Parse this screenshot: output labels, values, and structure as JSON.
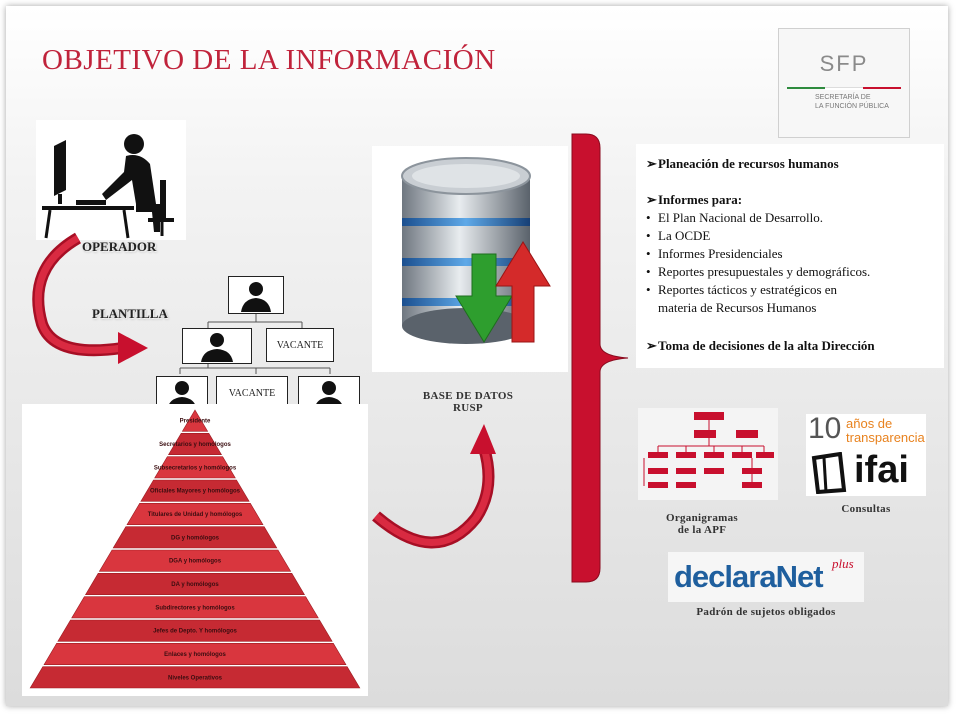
{
  "title": "OBJETIVO DE LA INFORMACIÓN",
  "logo": {
    "abbr": "SFP",
    "line1": "SECRETARÍA DE",
    "line2": "LA FUNCIÓN PÚBLICA"
  },
  "operator_label": "OPERADOR",
  "plantilla_label": "PLANTILLA",
  "vacant_label": "VACANTE",
  "db_caption": {
    "line1": "BASE DE DATOS",
    "line2": "RUSP"
  },
  "info": {
    "item1": "Planeación de recursos humanos",
    "item2": "Informes para:",
    "bullets": [
      "El Plan Nacional de Desarrollo.",
      "La OCDE",
      "Informes Presidenciales",
      "Reportes presupuestales y demográficos.",
      "Reportes tácticos y estratégicos  en",
      "materia de Recursos Humanos"
    ],
    "item3": "Toma de decisiones de la alta Dirección"
  },
  "org_caption": {
    "line1": "Organigramas",
    "line2": "de la APF"
  },
  "ifai": {
    "num": "10",
    "line1": "años de",
    "line2": "transparencia",
    "brand": "ifai",
    "caption": "Consultas"
  },
  "declaranet": {
    "brand": "declaraNet",
    "sup": "plus",
    "caption": "Padrón de sujetos obligados"
  },
  "pyramid": [
    "Presidente",
    "Secretarios y homólogos",
    "Subsecretarios y homólogos",
    "Oficiales Mayores  y homólogos",
    "Titulares de Unidad y homólogos",
    "DG y homólogos",
    "DGA y homólogos",
    "DA y homólogos",
    "Subdirectores y homólogos",
    "Jefes de Depto. Y homólogos",
    "Enlaces y homólogos",
    "Niveles Operativos"
  ],
  "colors": {
    "title": "#c0233b",
    "bracket": "#c8102e",
    "arrow_red": "#c8102e",
    "arrow_green": "#2e9e2e",
    "ifai_orange": "#e8821e",
    "declaranet_blue": "#1f5f9e"
  }
}
